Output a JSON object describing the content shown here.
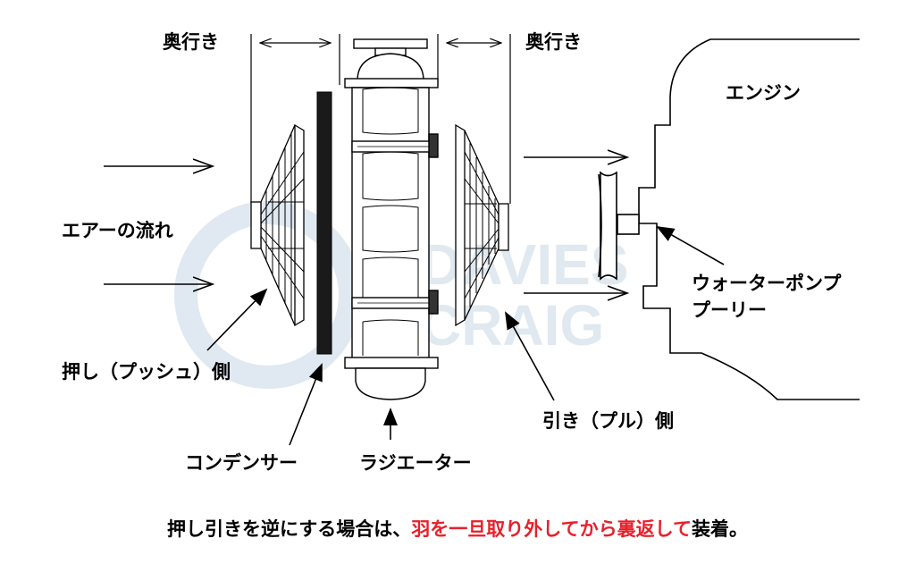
{
  "labels": {
    "depth_left": "奥行き",
    "depth_right": "奥行き",
    "engine": "エンジン",
    "airflow": "エアーの流れ",
    "pump_line1": "ウォーターポンプ",
    "pump_line2": "プーリー",
    "push_side": "押し（プッシュ）側",
    "pull_side": "引き（プル）側",
    "condenser": "コンデンサー",
    "radiator": "ラジエーター"
  },
  "watermark": {
    "line1": "DAVIES",
    "line2": "CRAIG"
  },
  "caption": {
    "part1": "押し引きを逆にする場合は、",
    "part2_red": "羽を一旦取り外してから裏返して",
    "part3": "装着。"
  },
  "colors": {
    "text": "#000000",
    "highlight": "#e8202a",
    "watermark": "#dde6ef"
  }
}
